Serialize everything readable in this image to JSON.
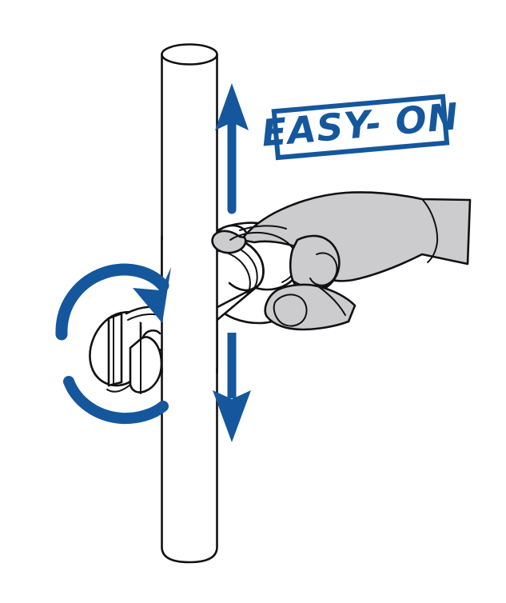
{
  "illustration": {
    "title": "EASY-ON shower slider installation diagram",
    "subject": "shower rail slider bracket mounted on vertical bar, gripped by a hand",
    "background_color": "#ffffff",
    "line_color": "#111111",
    "accent_color": "#15579C",
    "hand_fill_color": "#CCCCCE",
    "part_fill_color": "#ffffff"
  },
  "callout": {
    "label": "EASY- ON",
    "text_color": "#15579C",
    "border_color": "#15579C",
    "rotation_deg": -5
  },
  "annotations": [
    {
      "id": "arrow-up",
      "name": "slide-up-arrow",
      "direction": "up",
      "meaning": "slide the holder upward along the bar",
      "color": "#15579C"
    },
    {
      "id": "arrow-down",
      "name": "slide-down-arrow",
      "direction": "down",
      "meaning": "slide the holder downward along the bar",
      "color": "#15579C"
    },
    {
      "id": "arrow-rotate",
      "name": "rotate-arc-arrow",
      "direction": "rotational",
      "meaning": "swivel the cradle around the bar axis",
      "color": "#15579C"
    }
  ],
  "parts": [
    {
      "id": "bar",
      "name": "vertical-shower-bar"
    },
    {
      "id": "slider",
      "name": "slider-sleeve"
    },
    {
      "id": "cradle",
      "name": "handset-cradle-hook"
    },
    {
      "id": "button",
      "name": "release-button"
    },
    {
      "id": "hand",
      "name": "gripping-hand"
    }
  ]
}
